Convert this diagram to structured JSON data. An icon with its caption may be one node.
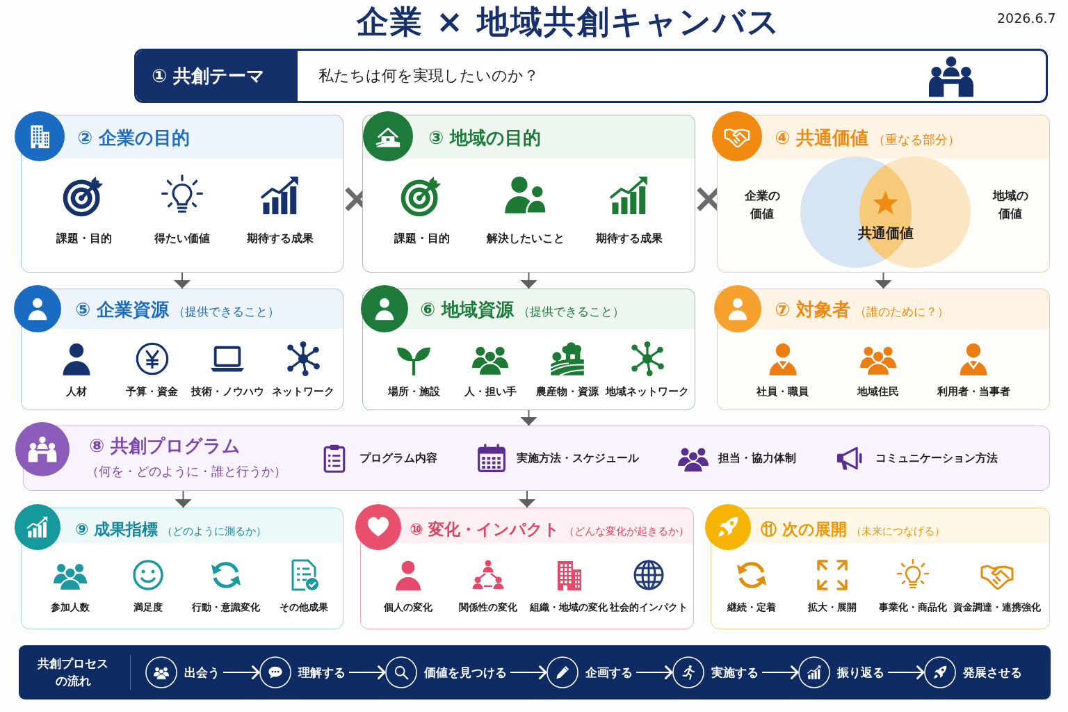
{
  "diagram": {
    "title": "企業 × 地域共創キャンバス",
    "nodes": [
      {
        "text": [
          "① 共創テーマ",
          "私たちは何を実現したいのか？"
        ]
      },
      {
        "text": [
          "② 企業の目的",
          "課題・目的",
          "得たい価値",
          "期待する成果"
        ]
      },
      {
        "text": [
          "③ 地域の目的",
          "課題・目的",
          "解決したいこと",
          "期待する成果"
        ]
      },
      {
        "text": [
          "④ 共通価値",
          "（重なる部分）",
          "企業の価値",
          "共通価値",
          "地域の価値"
        ]
      },
      {
        "text": [
          "⑤ 企業資源",
          "（提供できること）",
          "人材",
          "予算・資金",
          "技術・ノウハウ",
          "ネットワーク"
        ]
      },
      {
        "text": [
          "⑥ 地域資源",
          "（提供できること）",
          "場所・施設",
          "人・担い手",
          "農産物・資源",
          "地域ネットワーク"
        ]
      },
      {
        "text": [
          "⑦ 対象者",
          "（誰のために？）",
          "社員・職員",
          "地域住民",
          "利用者・当事者"
        ]
      },
      {
        "text": [
          "⑧ 共創プログラム",
          "（何を・どのように・誰と行うか）",
          "プログラム内容",
          "実施方法・スケジュール",
          "担当・協力体制",
          "コミュニケーション方法"
        ]
      },
      {
        "text": [
          "⑨ 成果指標",
          "（どのように測るか）",
          "参加人数",
          "満足度",
          "行動・意識変化",
          "その他成果"
        ]
      },
      {
        "text": [
          "⑩ 変化・インパクト",
          "（どんな変化が起きるか）",
          "個人の変化",
          "関係性の変化",
          "組織・地域の変化",
          "社会的インパクト"
        ]
      },
      {
        "text": [
          "⑪ 次の展開",
          "（未来につなげる）",
          "継続・定着",
          "拡大・展開",
          "事業化・商品化",
          "資金調達・連携強化"
        ]
      },
      {
        "text": [
          "共創プロセスの流れ"
        ]
      },
      {
        "text": [
          "出会う"
        ],
        "in": 11
      },
      {
        "text": [
          "理解する"
        ],
        "in": 11
      },
      {
        "text": [
          "価値を見つける"
        ],
        "in": 11
      },
      {
        "text": [
          "企画する"
        ],
        "in": 11
      },
      {
        "text": [
          "実施する"
        ],
        "in": 11
      },
      {
        "text": [
          "振り返る"
        ],
        "in": 11
      },
      {
        "text": [
          "発展させる"
        ],
        "in": 11
      }
    ],
    "edges": [
      {
        "from": 1,
        "to": 4,
        "arrow": "to"
      },
      {
        "from": 2,
        "to": 5,
        "arrow": "to"
      },
      {
        "from": 3,
        "to": 6,
        "arrow": "to"
      },
      {
        "from": 5,
        "to": 7,
        "arrow": "to"
      },
      {
        "from": 7,
        "to": 8,
        "arrow": "to"
      },
      {
        "from": 7,
        "to": 9,
        "arrow": "to"
      },
      {
        "from": 12,
        "to": 13,
        "arrow": "to",
        "color": "#ffffff"
      },
      {
        "from": 13,
        "to": 14,
        "arrow": "to",
        "color": "#ffffff"
      },
      {
        "from": 14,
        "to": 15,
        "arrow": "to",
        "color": "#ffffff"
      },
      {
        "from": 15,
        "to": 16,
        "arrow": "to",
        "color": "#ffffff"
      },
      {
        "from": 16,
        "to": 17,
        "arrow": "to",
        "color": "#ffffff"
      },
      {
        "from": 17,
        "to": 18,
        "arrow": "to",
        "color": "#ffffff"
      }
    ],
    "labels": [
      "2026.6.7",
      "×",
      "×"
    ]
  }
}
